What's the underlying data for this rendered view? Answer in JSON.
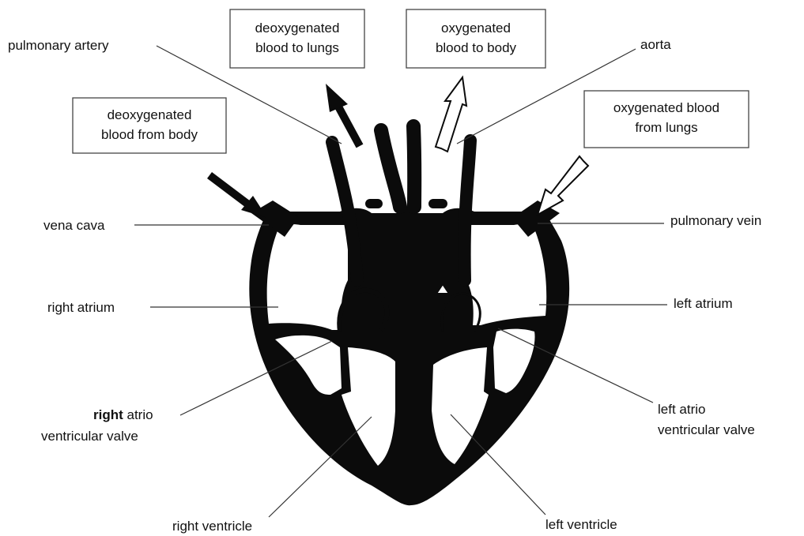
{
  "colors": {
    "ink": "#0b0b0b",
    "background": "#ffffff",
    "leader": "#333333"
  },
  "boxes": {
    "deoxy_to_lungs": [
      "deoxygenated",
      "blood to lungs"
    ],
    "oxy_to_body": [
      "oxygenated",
      "blood to body"
    ],
    "deoxy_from_body": [
      "deoxygenated",
      "blood from body"
    ],
    "oxy_from_lungs": [
      "oxygenated blood",
      "from lungs"
    ]
  },
  "labels": {
    "pulmonary_artery": "pulmonary artery",
    "aorta": "aorta",
    "vena_cava": "vena cava",
    "pulmonary_vein": "pulmonary vein",
    "right_atrium": "right atrium",
    "left_atrium": "left atrium",
    "right_av_valve_line1_bold": "right",
    "right_av_valve_line1_rest": " atrio",
    "right_av_valve_line2": "ventricular valve",
    "left_av_valve_line1": "left atrio",
    "left_av_valve_line2": "ventricular  valve",
    "right_ventricle": "right ventricle",
    "left_ventricle": "left ventricle"
  },
  "icons": {
    "arrow_deoxy_out": "black-arrow-icon",
    "arrow_oxy_out": "white-arrow-icon",
    "arrow_deoxy_in": "black-arrow-icon",
    "arrow_oxy_in": "white-arrow-icon"
  }
}
